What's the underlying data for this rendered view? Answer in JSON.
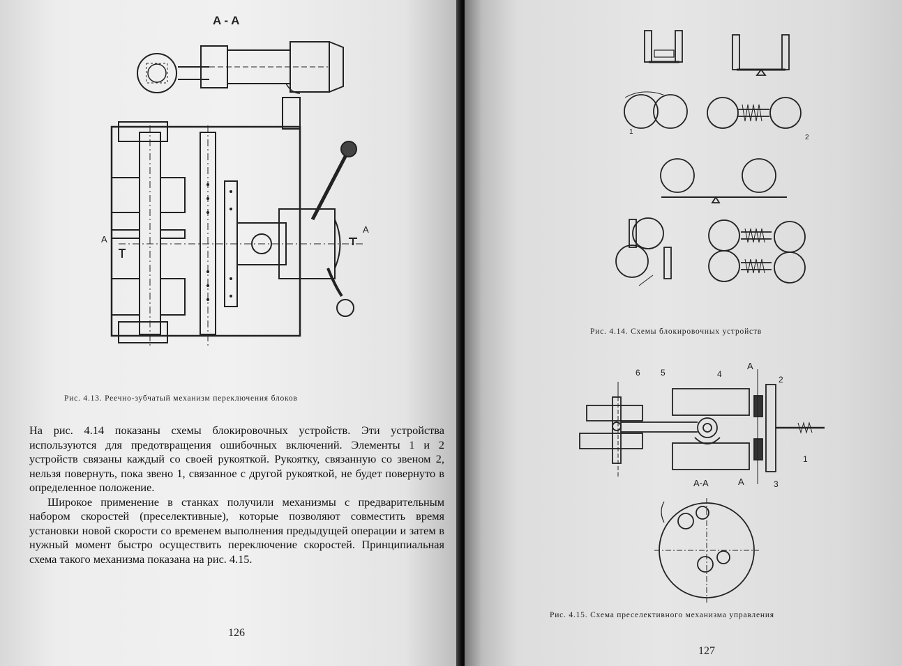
{
  "left_page": {
    "figure_label_section": "A - A",
    "figure_label_left_a": "A",
    "figure_label_right_a": "A",
    "figure_caption": "Рис. 4.13. Реечно-зубчатый механизм переключения блоков",
    "paragraphs": [
      "На рис. 4.14 показаны схемы блокировочных устройств. Эти устройства используются для предотвращения ошибочных включений. Элементы 1 и 2 устройств связаны каждый со своей рукояткой. Рукоятку, связанную со звеном 2, нельзя повернуть, пока звено 1, связанное с другой рукояткой, не будет повернуто в определенное положение.",
      "Широкое применение в станках получили механизмы с предварительным набором скоростей (преселективные), которые позволяют совместить время установки новой скорости со временем выполнения предыдущей операции и затем в нужный момент быстро осуществить переключение скоростей. Принципиальная схема такого механизма показана на рис. 4.15."
    ],
    "page_number": "126"
  },
  "right_page": {
    "fig414_caption": "Рис. 4.14. Схемы блокировочных устройств",
    "fig415_labels": {
      "n6": "6",
      "n5": "5",
      "n4": "4",
      "n2": "2",
      "n1": "1",
      "n3": "3",
      "a_top": "A",
      "a_bottom": "A",
      "section": "A-A"
    },
    "fig414_numbers": {
      "one": "1",
      "two": "2"
    },
    "fig415_caption": "Рис. 4.15. Схема преселективного механизма управления",
    "page_number": "127"
  }
}
